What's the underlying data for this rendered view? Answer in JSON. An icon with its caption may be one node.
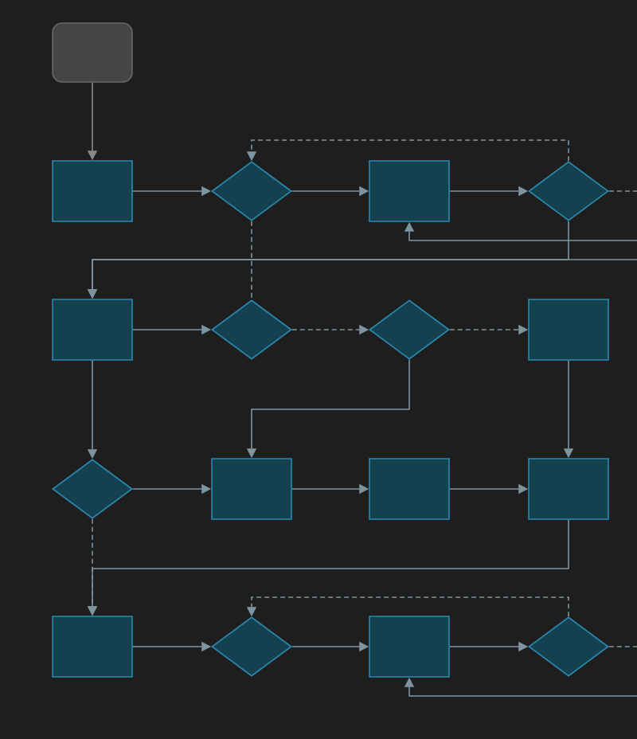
{
  "diagram": {
    "nodes": [
      {
        "text": [],
        "shape": "box"
      },
      {
        "text": [],
        "shape": "box"
      },
      {
        "text": [],
        "shape": "diamond"
      },
      {
        "text": [],
        "shape": "box"
      },
      {
        "text": [],
        "shape": "diamond"
      },
      {
        "text": [],
        "shape": "box"
      },
      {
        "text": [],
        "shape": "diamond"
      },
      {
        "text": [],
        "shape": "diamond"
      },
      {
        "text": [],
        "shape": "box"
      },
      {
        "text": [],
        "shape": "diamond"
      },
      {
        "text": [],
        "shape": "box"
      },
      {
        "text": [],
        "shape": "box"
      },
      {
        "text": [],
        "shape": "box"
      },
      {
        "text": [],
        "shape": "box"
      },
      {
        "text": [],
        "shape": "diamond"
      },
      {
        "text": [],
        "shape": "box"
      },
      {
        "text": [],
        "shape": "diamond"
      }
    ],
    "edges": [
      {
        "from": 0,
        "to": 1,
        "arrow": "to",
        "color": "#8a8a8a"
      },
      {
        "from": 1,
        "to": 2,
        "arrow": "to"
      },
      {
        "from": 2,
        "to": 3,
        "arrow": "to"
      },
      {
        "from": 3,
        "to": 4,
        "arrow": "to"
      },
      {
        "from": 4,
        "to": null,
        "arrow": "none",
        "style": "dashed"
      },
      {
        "from": 4,
        "to": 2,
        "arrow": "to",
        "style": "dashed"
      },
      {
        "from": null,
        "to": 3,
        "arrow": "to"
      },
      {
        "from": 4,
        "to": 5,
        "arrow": "to"
      },
      {
        "from": null,
        "to": 5,
        "arrow": "to"
      },
      {
        "from": 5,
        "to": 6,
        "arrow": "to"
      },
      {
        "from": 6,
        "to": 7,
        "arrow": "to",
        "style": "dashed"
      },
      {
        "from": 7,
        "to": 8,
        "arrow": "to",
        "style": "dashed"
      },
      {
        "from": 2,
        "to": 6,
        "arrow": "none",
        "style": "dashed"
      },
      {
        "from": 7,
        "to": 10,
        "arrow": "to"
      },
      {
        "from": 8,
        "to": 12,
        "arrow": "to"
      },
      {
        "from": 5,
        "to": 9,
        "arrow": "to"
      },
      {
        "from": 9,
        "to": 10,
        "arrow": "to"
      },
      {
        "from": 10,
        "to": 11,
        "arrow": "to"
      },
      {
        "from": 11,
        "to": 12,
        "arrow": "to"
      },
      {
        "from": 9,
        "to": 13,
        "arrow": "to",
        "style": "dashed"
      },
      {
        "from": 12,
        "to": 13,
        "arrow": "to"
      },
      {
        "from": 13,
        "to": 14,
        "arrow": "to"
      },
      {
        "from": 14,
        "to": 15,
        "arrow": "to"
      },
      {
        "from": 15,
        "to": 16,
        "arrow": "to"
      },
      {
        "from": 16,
        "to": 14,
        "arrow": "to",
        "style": "dashed"
      },
      {
        "from": 16,
        "to": null,
        "arrow": "none",
        "style": "dashed"
      },
      {
        "from": null,
        "to": 15,
        "arrow": "to"
      }
    ]
  }
}
